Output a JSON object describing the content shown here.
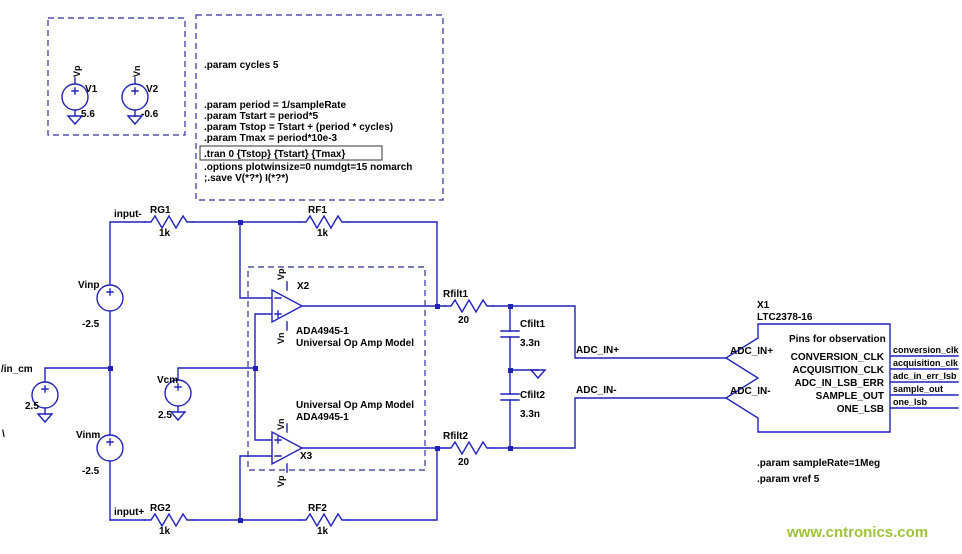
{
  "colors": {
    "wire": "#2121bd",
    "text": "#000000",
    "watermark": "#9dc438"
  },
  "sources": {
    "v1": {
      "name": "V1",
      "value": "5.6",
      "rail": "Vp"
    },
    "v2": {
      "name": "V2",
      "value": "-0.6",
      "rail": "Vn"
    },
    "vinp": {
      "name": "Vinp",
      "value": "-2.5"
    },
    "vin_cm": {
      "name": "/in_cm",
      "value": "2.5"
    },
    "vinm": {
      "name": "Vinm",
      "value": "-2.5"
    },
    "vcm": {
      "name": "Vcm",
      "value": "2.5"
    }
  },
  "resistors": {
    "rg1": {
      "name": "RG1",
      "value": "1k"
    },
    "rf1": {
      "name": "RF1",
      "value": "1k"
    },
    "rg2": {
      "name": "RG2",
      "value": "1k"
    },
    "rf2": {
      "name": "RF2",
      "value": "1k"
    },
    "rfilt1": {
      "name": "Rfilt1",
      "value": "20"
    },
    "rfilt2": {
      "name": "Rfilt2",
      "value": "20"
    }
  },
  "capacitors": {
    "cfilt1": {
      "name": "Cfilt1",
      "value": "3.3n"
    },
    "cfilt2": {
      "name": "Cfilt2",
      "value": "3.3n"
    }
  },
  "opamps": {
    "x2": {
      "name": "X2",
      "model": "ADA4945-1",
      "desc": "Universal Op Amp Model",
      "rail_top": "Vp",
      "rail_bottom": "Vn"
    },
    "x3": {
      "name": "X3",
      "model": "ADA4945-1",
      "desc": "Universal Op Amp Model",
      "rail_top": "Vn",
      "rail_bottom": "Vp"
    }
  },
  "nets": {
    "input_minus": "input-",
    "input_plus": "input+",
    "adc_in_plus": "ADC_IN+",
    "adc_in_minus": "ADC_IN-",
    "stray_backslash": "\\"
  },
  "adc": {
    "name": "X1",
    "part": "LTC2378-16",
    "input_plus": "ADC_IN+",
    "input_minus": "ADC_IN-",
    "observation_title": "Pins for observation",
    "pins": [
      {
        "pin": "CONVERSION_CLK",
        "net": "conversion_clk"
      },
      {
        "pin": "ACQUISITION_CLK",
        "net": "acquisition_clk"
      },
      {
        "pin": "ADC_IN_LSB_ERR",
        "net": "adc_in_err_lsb"
      },
      {
        "pin": "SAMPLE_OUT",
        "net": "sample_out"
      },
      {
        "pin": "ONE_LSB",
        "net": "one_lsb"
      }
    ]
  },
  "spice": {
    "cycles": ".param cycles 5",
    "block": [
      ".param period = 1/sampleRate",
      ".param Tstart = period*5",
      ".param Tstop = Tstart + (period * cycles)",
      ".param Tmax = period*10e-3"
    ],
    "tran": ".tran 0 {Tstop} {Tstart} {Tmax}",
    "after": [
      ".options plotwinsize=0 numdgt=15 nomarch",
      ";.save V(*?*) I(*?*)"
    ],
    "bottom": [
      ".param sampleRate=1Meg",
      ".param vref 5"
    ]
  },
  "watermark": "www.cntronics.com"
}
